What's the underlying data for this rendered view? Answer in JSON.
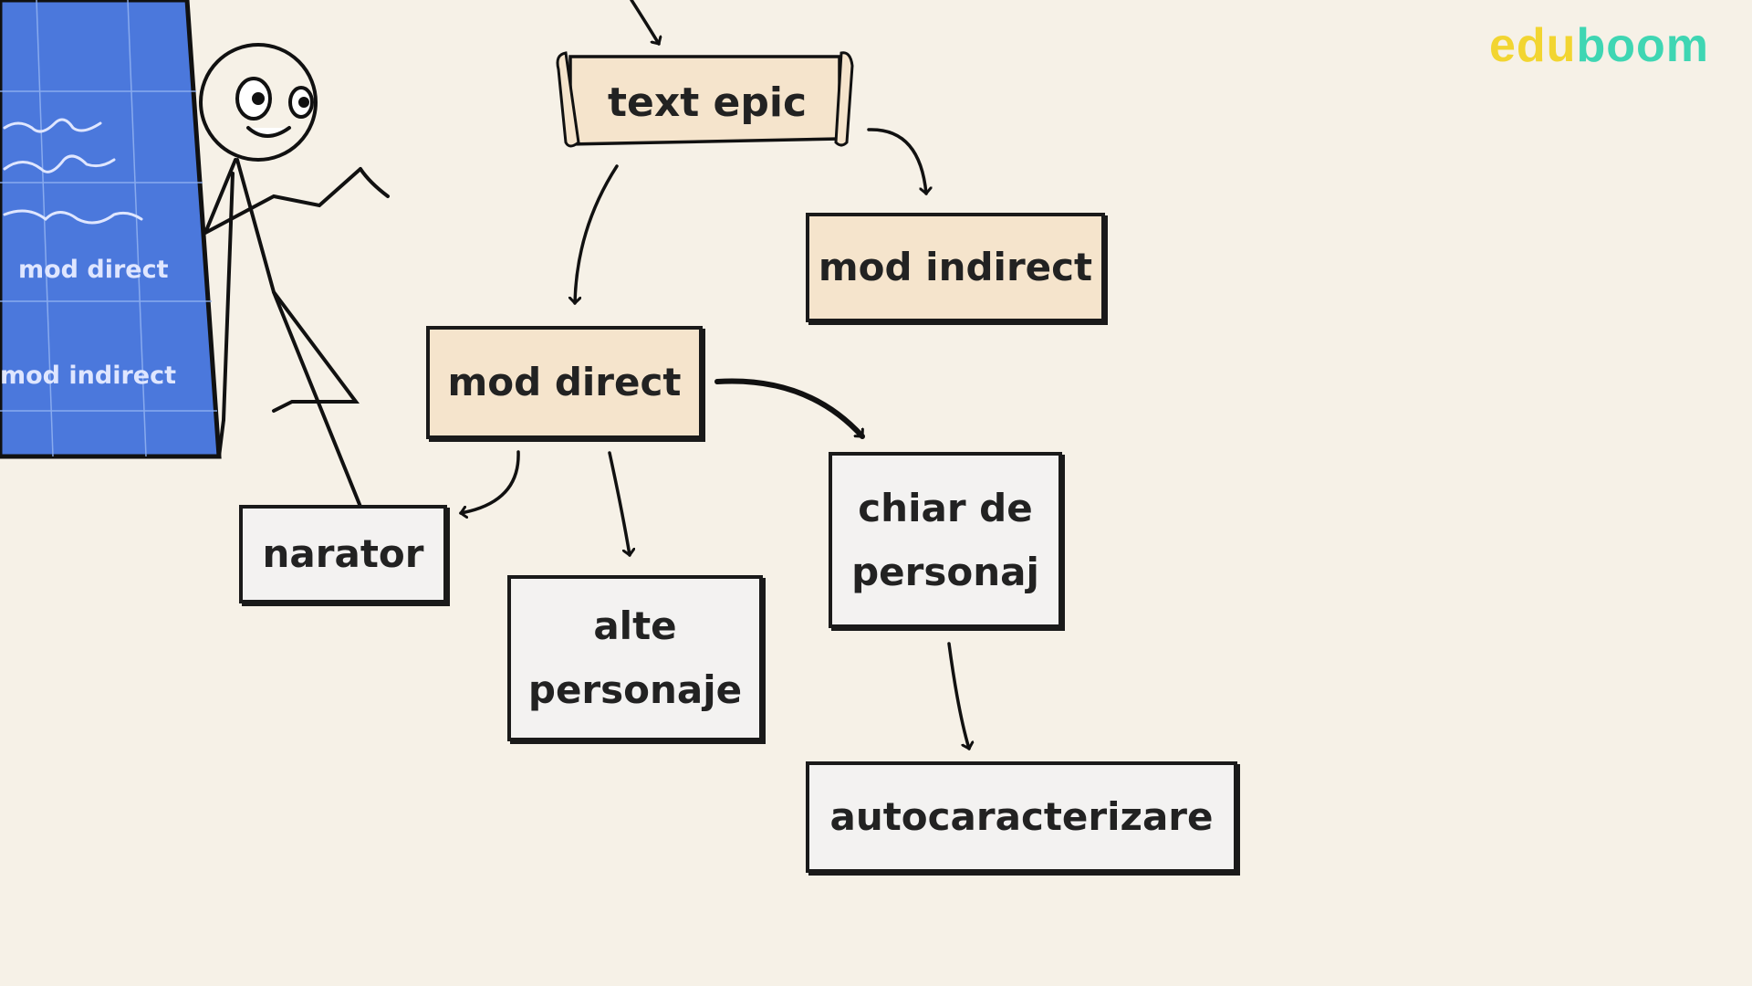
{
  "logo": {
    "part1": "edu",
    "part2": "boom"
  },
  "board": {
    "label_1": "mod direct",
    "label_2": "mod indirect"
  },
  "diagram": {
    "root": "text epic",
    "mod_indirect": "mod indirect",
    "mod_direct": "mod direct",
    "narator": "narator",
    "alte_personaje": {
      "line1": "alte",
      "line2": "personaje"
    },
    "chiar_de_personaj": {
      "line1": "chiar de",
      "line2": "personaj"
    },
    "autocaracterizare": "autocaracterizare"
  },
  "colors": {
    "background": "#f6f1e7",
    "board_blue": "#4b78dc",
    "tan_box": "#f5e4cc",
    "white_box": "#f3f2f1",
    "logo_yellow": "#f2d531",
    "logo_teal": "#3fd6b3"
  }
}
